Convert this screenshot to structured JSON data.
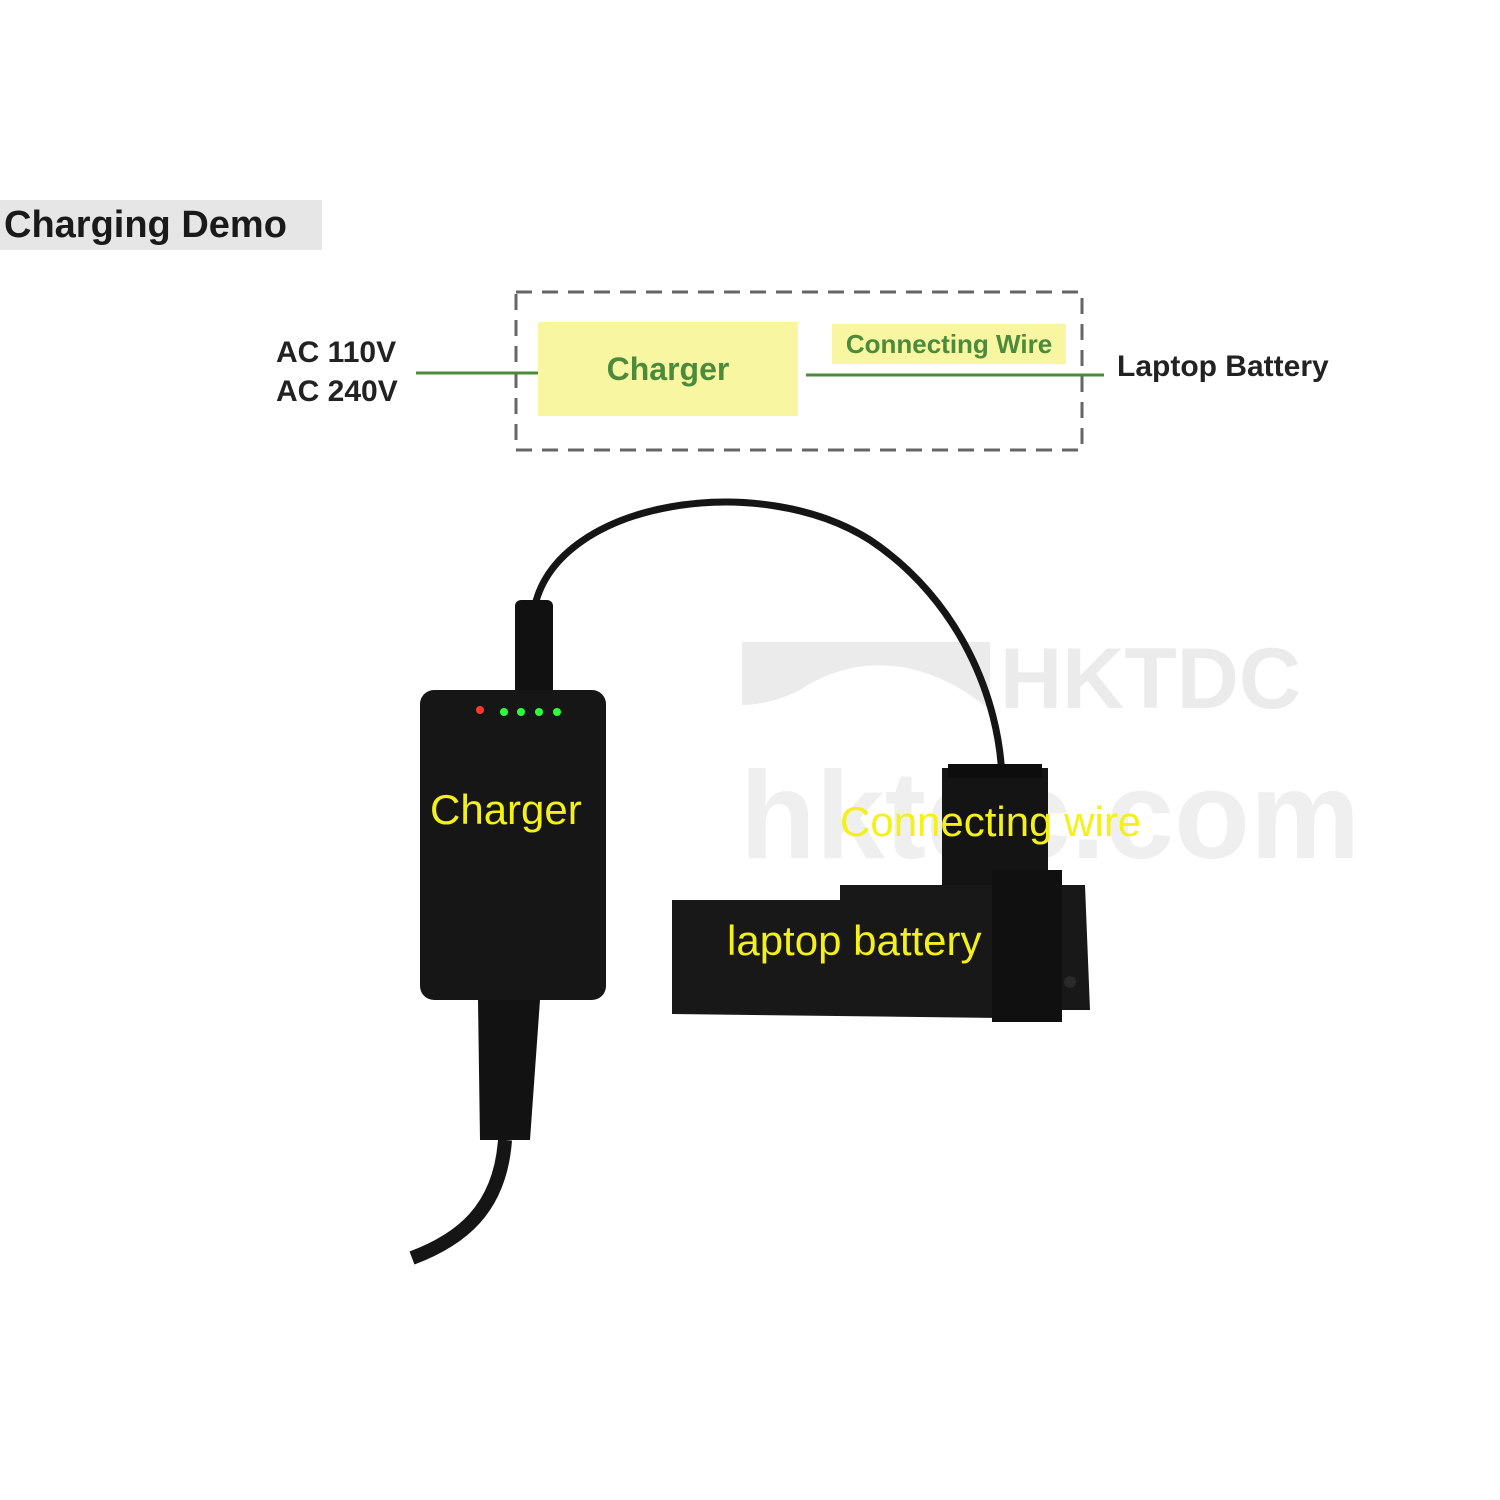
{
  "title": "Charging Demo",
  "schematic": {
    "input_line1": "AC 110V",
    "input_line2": "AC 240V",
    "charger_label": "Charger",
    "wire_label": "Connecting Wire",
    "output_label": "Laptop Battery"
  },
  "photo": {
    "charger_label": "Charger",
    "wire_label": "Connecting wire",
    "battery_label": "laptop battery",
    "watermark_logo": "HKTDC",
    "watermark_url": "hktdc.com"
  },
  "colors": {
    "label_yellow": "#f4f01a",
    "box_fill": "#f8f6a0",
    "line_green": "#4b8b3b",
    "led_green": "#2cff3a",
    "led_red": "#ff3a2a"
  }
}
